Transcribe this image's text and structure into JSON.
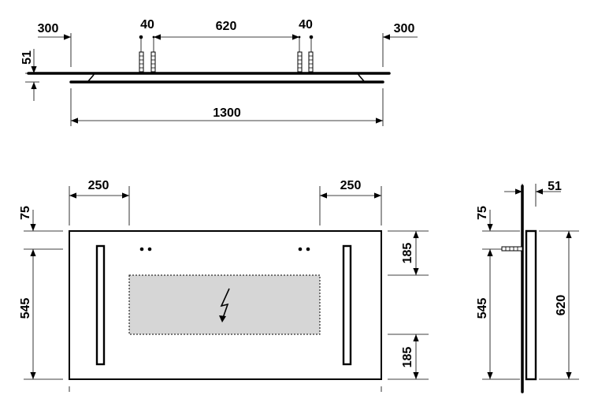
{
  "top_view": {
    "dims": {
      "left_offset": "300",
      "bracket_left": "40",
      "bracket_span": "620",
      "bracket_right": "40",
      "right_offset": "300",
      "depth": "51",
      "overall_width": "1300"
    }
  },
  "front_view": {
    "dims": {
      "left_margin": "250",
      "right_margin": "250",
      "top_gap": "75",
      "bracket_height": "545",
      "upper_right": "185",
      "lower_right": "185"
    },
    "electrical_symbol": "lightning-bolt"
  },
  "side_view": {
    "dims": {
      "depth": "51",
      "top_gap": "75",
      "bracket_height": "545",
      "total_height": "620"
    }
  },
  "colors": {
    "line": "#000000",
    "shaded_area": "#d6d6d6",
    "background": "#ffffff"
  }
}
